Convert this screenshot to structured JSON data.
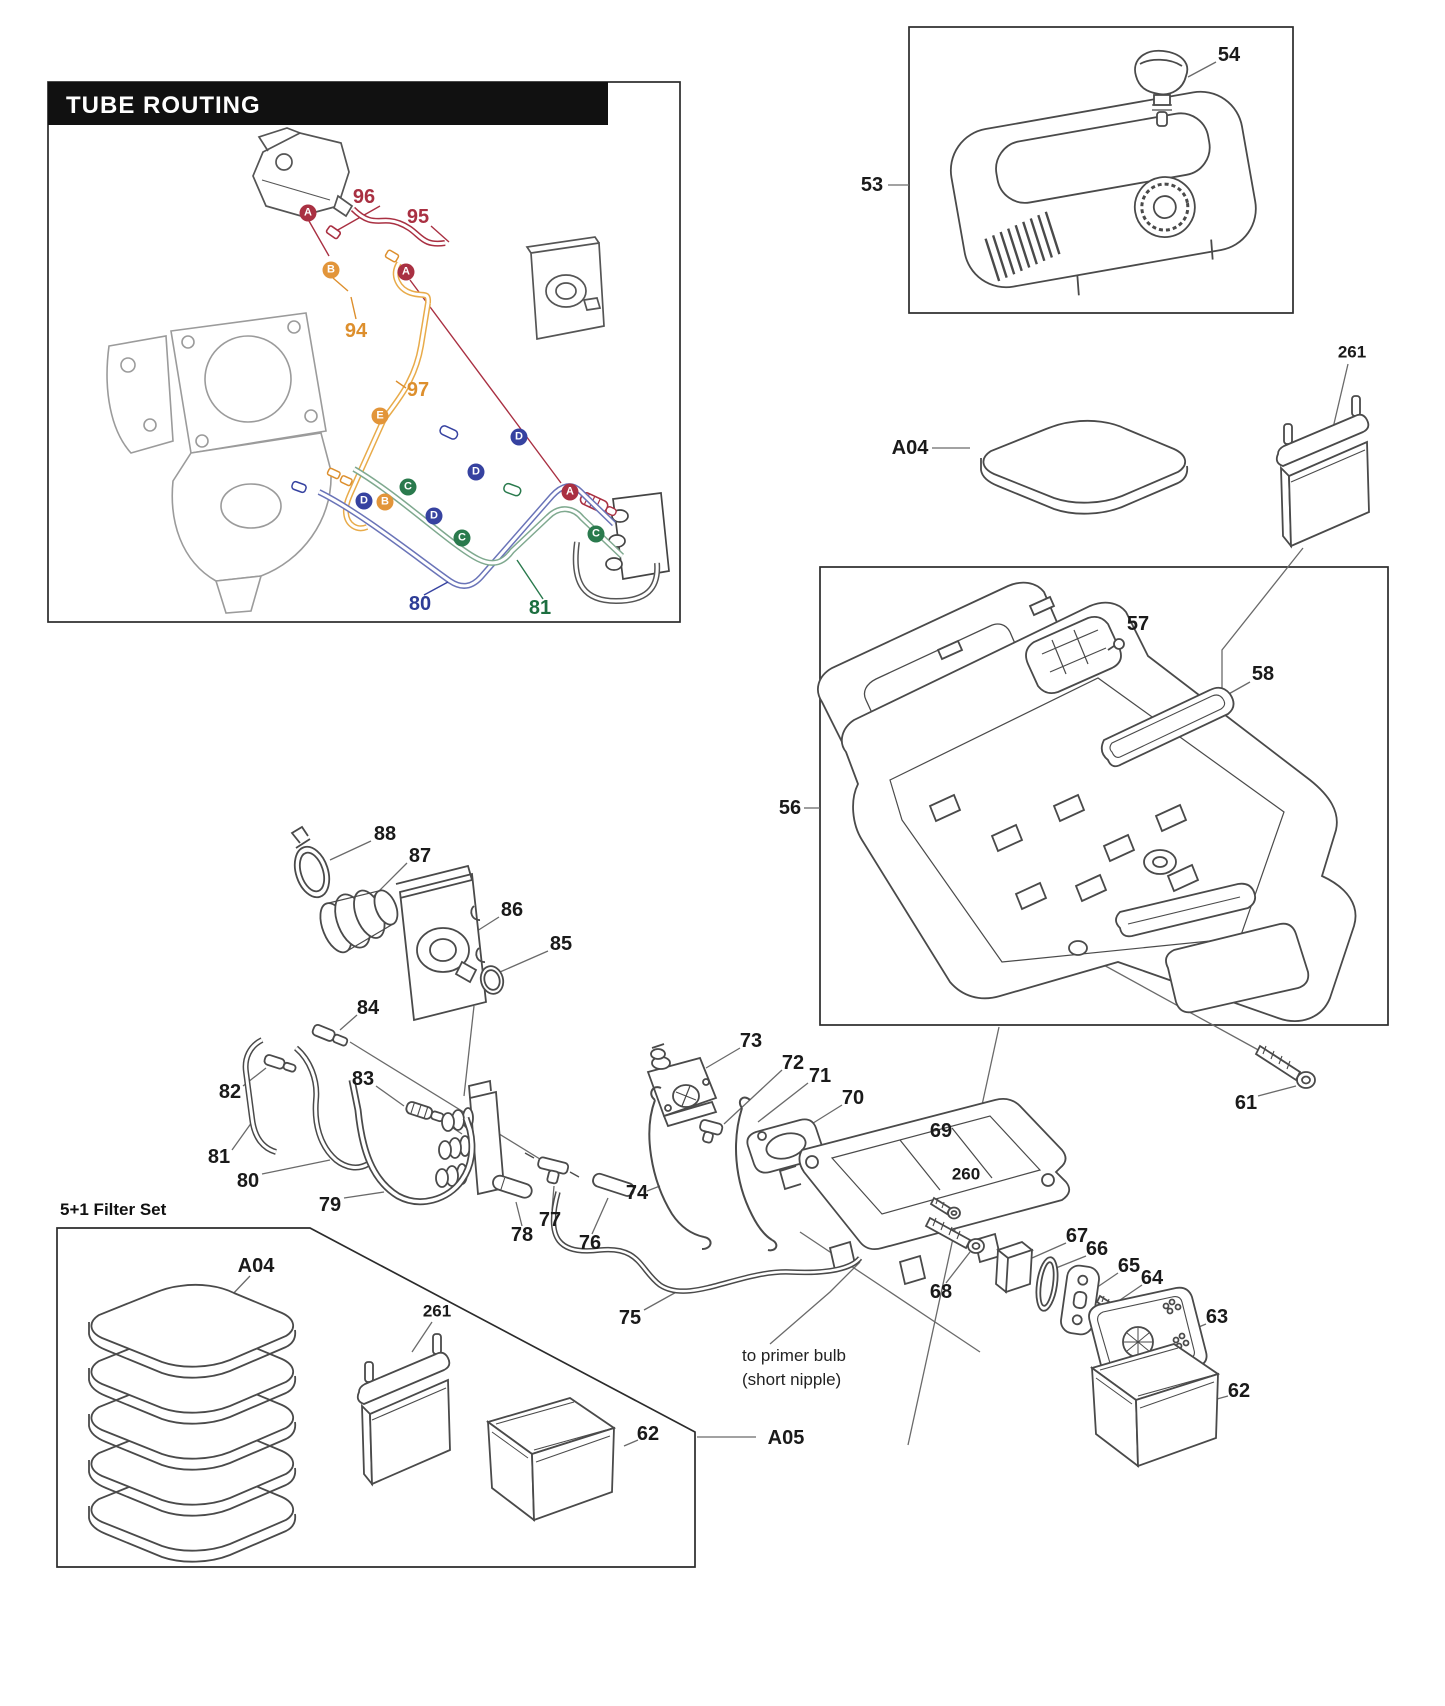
{
  "inset": {
    "title": "TUBE ROUTING"
  },
  "filter_set": {
    "title": "5+1 Filter Set"
  },
  "note": {
    "line1": "to primer bulb",
    "line2": "(short nipple)"
  },
  "colors": {
    "title_bar": "#111111",
    "ink": "#1a1a1a",
    "line_art": "#4a4a4a",
    "red": "#a93042",
    "orange": "#dd8f2d",
    "blue": "#2e3d96",
    "green": "#1d6f40",
    "tube_red": "#a93042",
    "tube_orange": "#e8ab4a",
    "tube_blue": "#6a74b8",
    "tube_green": "#7fa98f"
  },
  "tube_labels": [
    {
      "text": "96"
    },
    {
      "text": "95"
    },
    {
      "text": "94"
    },
    {
      "text": "97"
    },
    {
      "text": "80"
    },
    {
      "text": "81"
    }
  ],
  "badges": [
    {
      "letter": "A"
    },
    {
      "letter": "B"
    },
    {
      "letter": "A"
    },
    {
      "letter": "E"
    },
    {
      "letter": "C"
    },
    {
      "letter": "D"
    },
    {
      "letter": "B"
    },
    {
      "letter": "D"
    },
    {
      "letter": "D"
    },
    {
      "letter": "D"
    },
    {
      "letter": "C"
    },
    {
      "letter": "C"
    },
    {
      "letter": "A"
    }
  ],
  "parts": [
    {
      "text": "53"
    },
    {
      "text": "54"
    },
    {
      "text": "A04"
    },
    {
      "text": "261"
    },
    {
      "text": "56"
    },
    {
      "text": "57"
    },
    {
      "text": "58"
    },
    {
      "text": "61"
    },
    {
      "text": "88"
    },
    {
      "text": "87"
    },
    {
      "text": "86"
    },
    {
      "text": "85"
    },
    {
      "text": "84"
    },
    {
      "text": "82"
    },
    {
      "text": "83"
    },
    {
      "text": "81"
    },
    {
      "text": "80"
    },
    {
      "text": "79"
    },
    {
      "text": "73"
    },
    {
      "text": "72"
    },
    {
      "text": "71"
    },
    {
      "text": "70"
    },
    {
      "text": "69"
    },
    {
      "text": "260"
    },
    {
      "text": "68"
    },
    {
      "text": "67"
    },
    {
      "text": "66"
    },
    {
      "text": "65"
    },
    {
      "text": "64"
    },
    {
      "text": "63"
    },
    {
      "text": "62"
    },
    {
      "text": "74"
    },
    {
      "text": "75"
    },
    {
      "text": "76"
    },
    {
      "text": "77"
    },
    {
      "text": "78"
    },
    {
      "text": "A04"
    },
    {
      "text": "261"
    },
    {
      "text": "62"
    },
    {
      "text": "A05"
    }
  ]
}
